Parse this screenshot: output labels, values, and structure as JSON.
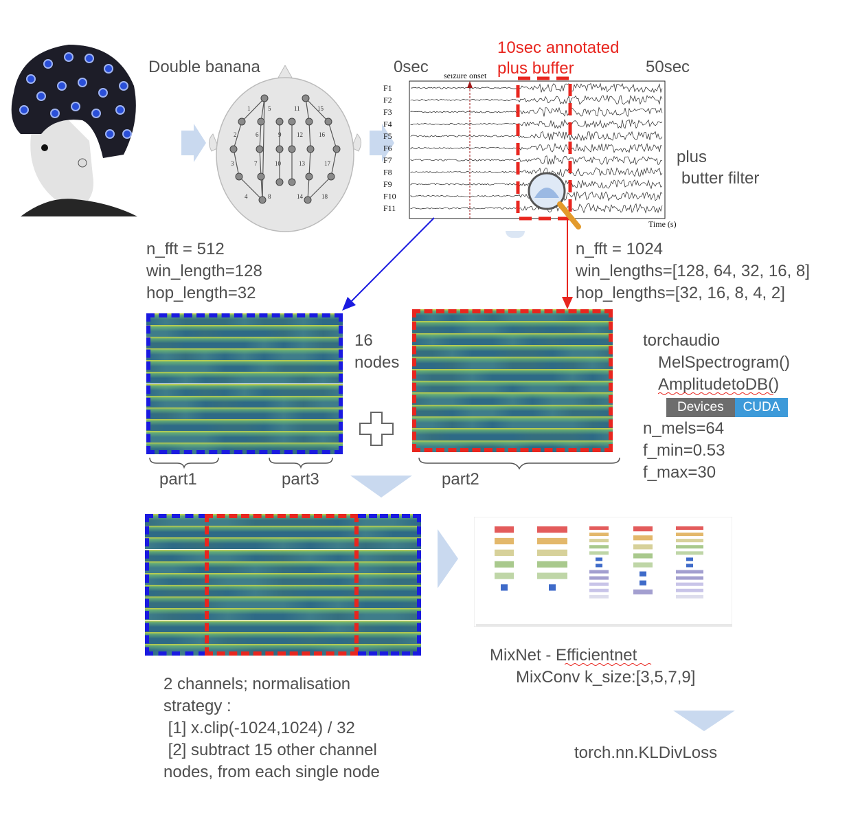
{
  "labels": {
    "double_banana": "Double banana",
    "time_start": "0sec",
    "time_end": "50sec",
    "annotated_line1": "10sec annotated",
    "annotated_line2": "plus buffer",
    "plus_butter_line1": "plus",
    "plus_butter_line2": "butter filter",
    "left_params": [
      "n_fft = 512",
      "win_length=128",
      "hop_length=32"
    ],
    "right_params": [
      "n_fft = 1024",
      "win_lengths=[128, 64, 32, 16, 8]",
      "hop_lengths=[32, 16, 8, 4, 2]"
    ],
    "nodes_line1": "16",
    "nodes_line2": "nodes",
    "torchaudio": "torchaudio",
    "melspec": "MelSpectrogram()",
    "amp2db": "AmplitudetoDB()",
    "devices": "Devices",
    "cuda": "CUDA",
    "mel_params": [
      "n_mels=64",
      "f_min=0.53",
      "f_max=30"
    ],
    "part1": "part1",
    "part2": "part2",
    "part3": "part3",
    "mixnet_line1": "MixNet - Efficientnet",
    "mixnet_line2": "MixConv k_size:[3,5,7,9]",
    "norm_text": [
      "2 channels; normalisation",
      "strategy :",
      " [1] x.clip(-1024,1024) / 32",
      " [2] subtract 15 other channel",
      "nodes, from each single node"
    ],
    "loss": "torch.nn.KLDivLoss"
  },
  "eeg": {
    "seizure_onset": "seizure onset",
    "time_axis": "Time (s)",
    "channels": [
      "F1",
      "F2",
      "F3",
      "F4",
      "F5",
      "F6",
      "F7",
      "F8",
      "F9",
      "F10",
      "F11"
    ]
  },
  "montage": {
    "numbers": [
      "1",
      "2",
      "3",
      "4",
      "5",
      "6",
      "7",
      "8",
      "9",
      "10",
      "11",
      "12",
      "13",
      "14",
      "15",
      "16",
      "17",
      "18"
    ]
  },
  "colors": {
    "blue_dash": "#1a1ae0",
    "red_dash": "#e8261f",
    "light_arrow": "#c9d9ef",
    "devices_bg": "#6d6d6d",
    "cuda_bg": "#3d9ad9"
  }
}
